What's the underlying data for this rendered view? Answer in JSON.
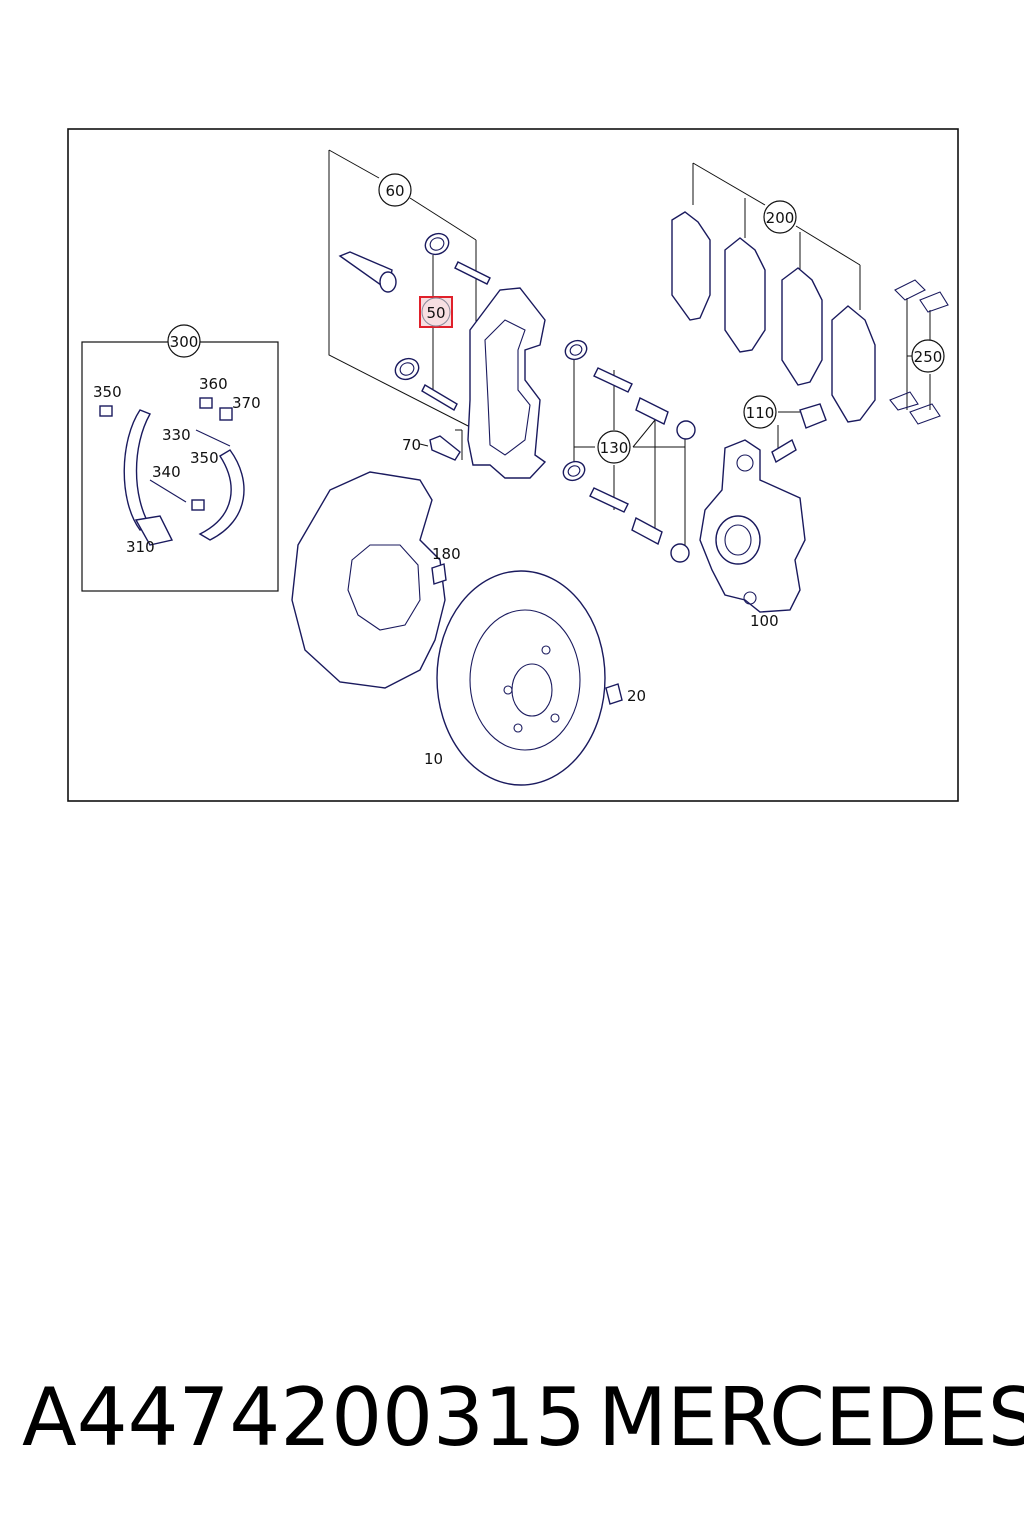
{
  "diagram": {
    "callouts": {
      "c60": "60",
      "c200": "200",
      "c300": "300",
      "c250": "250",
      "c110": "110",
      "c130": "130"
    },
    "labels": {
      "l50": "50",
      "l70": "70",
      "l180": "180",
      "l100": "100",
      "l20": "20",
      "l10": "10",
      "l350a": "350",
      "l360": "360",
      "l370": "370",
      "l330": "330",
      "l350b": "350",
      "l340": "340",
      "l310": "310"
    },
    "highlighted_part": "50",
    "colors": {
      "highlight": "#e0202a",
      "highlight_fill": "#f7dfe2",
      "line": "#1a1a5e"
    }
  },
  "caption": {
    "part_number": "A4474200315",
    "brand": "MERCEDES"
  }
}
